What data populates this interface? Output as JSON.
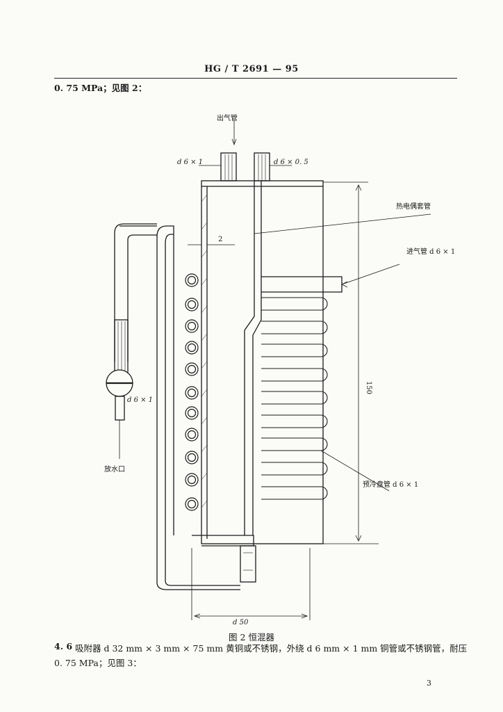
{
  "header": {
    "code": "HG / T  2691 — 95"
  },
  "intro": {
    "text": "0. 75 MPa；见图 2："
  },
  "figure": {
    "labels": {
      "outlet": "出气管",
      "d6x1_top": "d 6 × 1",
      "d6x05": "d 6 × 0. 5",
      "thermo": "热电偶套管",
      "wall": "2",
      "inlet": "进气管 d 6 × 1",
      "dim150": "150",
      "d6x1_drain": "d 6 × 1",
      "drain": "放水口",
      "precool": "预冷盘管 d 6 × 1",
      "d50": "d 50"
    },
    "caption": "图 2   恒混器"
  },
  "section": {
    "number": "4. 6",
    "line1": "吸附器 d 32 mm × 3 mm × 75 mm 黄铜或不锈钢，外绕 d 6 mm × 1 mm 铜管或不锈钢管，耐压",
    "line2": "0. 75 MPa；见图 3："
  },
  "page": {
    "number": "3"
  }
}
